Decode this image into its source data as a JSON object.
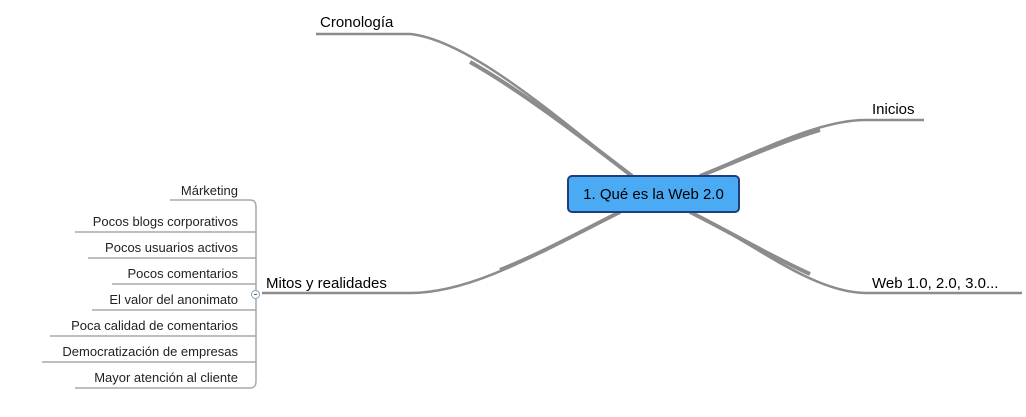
{
  "mindmap": {
    "root": "1. Qué es la Web 2.0",
    "topics": {
      "cronologia": "Cronología",
      "inicios": "Inicios",
      "web_versions": "Web 1.0, 2.0, 3.0...",
      "mitos": "Mitos y realidades"
    },
    "mitos_children": [
      "Márketing",
      "Pocos blogs corporativos",
      "Pocos usuarios activos",
      "Pocos comentarios",
      "El valor del anonimato",
      "Poca calidad de comentarios",
      "Democratización de empresas",
      "Mayor atención al cliente"
    ]
  },
  "colors": {
    "root_fill": "#4aaaf4",
    "root_border": "#1f3f7a",
    "branch_line": "#8c8c8c",
    "leaf_line": "#a8a8a8"
  }
}
